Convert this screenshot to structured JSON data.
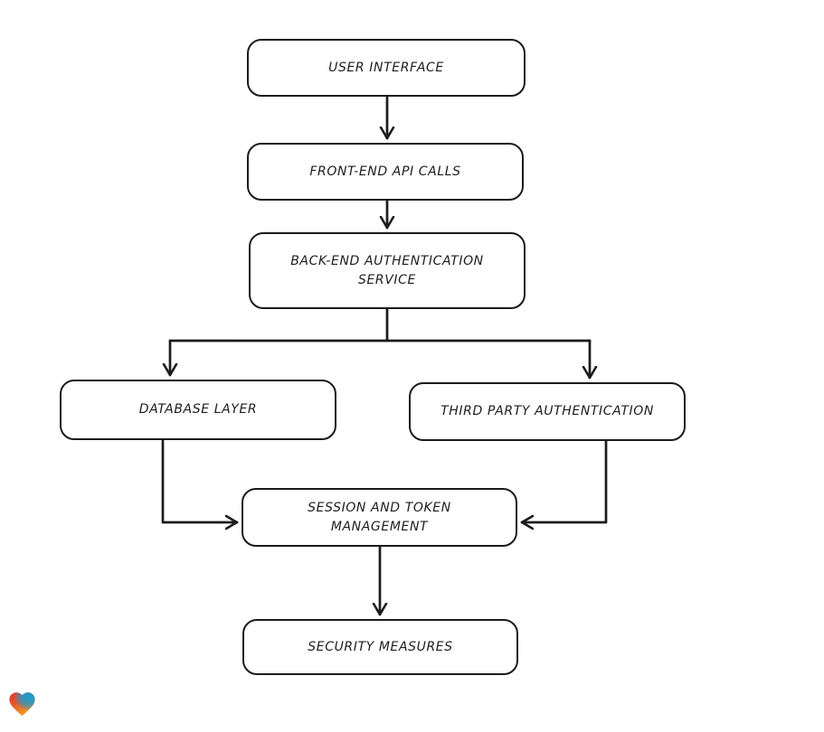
{
  "page": {
    "background_color": "#ffffff"
  },
  "diagram": {
    "type": "flowchart",
    "style": "hand-drawn",
    "stroke_color": "#1b1b1b",
    "node_fill_color": "#ffffff",
    "nodes": [
      {
        "id": "user-interface",
        "label": "USER INTERFACE"
      },
      {
        "id": "front-end-api-calls",
        "label": "FRONT-END API CALLS"
      },
      {
        "id": "back-end-authentication-service",
        "label": "BACK-END AUTHENTICATION SERVICE"
      },
      {
        "id": "database-layer",
        "label": "DATABASE LAYER"
      },
      {
        "id": "third-party-authentication",
        "label": "THIRD PARTY AUTHENTICATION"
      },
      {
        "id": "session-and-token-management",
        "label": "SESSION AND TOKEN MANAGEMENT"
      },
      {
        "id": "security-measures",
        "label": "SECURITY MEASURES"
      }
    ],
    "edges": [
      {
        "from": "user-interface",
        "to": "front-end-api-calls"
      },
      {
        "from": "front-end-api-calls",
        "to": "back-end-authentication-service"
      },
      {
        "from": "back-end-authentication-service",
        "to": "database-layer"
      },
      {
        "from": "back-end-authentication-service",
        "to": "third-party-authentication"
      },
      {
        "from": "database-layer",
        "to": "session-and-token-management"
      },
      {
        "from": "third-party-authentication",
        "to": "session-and-token-management"
      },
      {
        "from": "session-and-token-management",
        "to": "security-measures"
      }
    ]
  },
  "branding": {
    "logo_icon": "heart-gradient-icon",
    "logo_colors": {
      "red": "#e6352c",
      "blue": "#189fd0",
      "orange": "#f59e23"
    }
  }
}
